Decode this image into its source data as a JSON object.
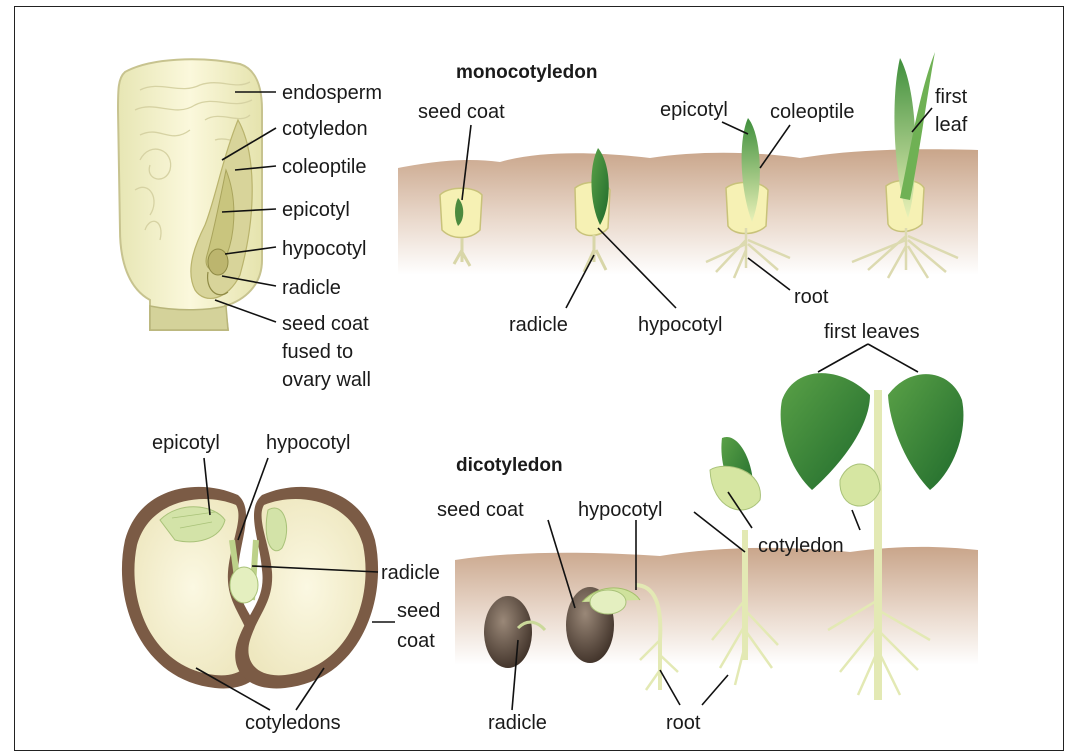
{
  "titles": {
    "monocot": "monocotyledon",
    "dicot": "dicotyledon"
  },
  "corn_kernel": {
    "endosperm": "endosperm",
    "cotyledon": "cotyledon",
    "coleoptile": "coleoptile",
    "epicotyl": "epicotyl",
    "hypocotyl": "hypocotyl",
    "radicle": "radicle",
    "seed_coat_1": "seed coat",
    "seed_coat_2": "fused to",
    "seed_coat_3": "ovary wall"
  },
  "monocot_growth": {
    "seed_coat": "seed coat",
    "epicotyl": "epicotyl",
    "coleoptile": "coleoptile",
    "first_leaf_1": "first",
    "first_leaf_2": "leaf",
    "radicle": "radicle",
    "hypocotyl": "hypocotyl",
    "root": "root"
  },
  "bean_seed": {
    "epicotyl": "epicotyl",
    "hypocotyl": "hypocotyl",
    "radicle": "radicle",
    "seed_coat_1": "seed",
    "seed_coat_2": "coat",
    "cotyledons": "cotyledons"
  },
  "dicot_growth": {
    "seed_coat": "seed coat",
    "hypocotyl": "hypocotyl",
    "cotyledon": "cotyledon",
    "first_leaves": "first leaves",
    "radicle": "radicle",
    "root": "root"
  },
  "colors": {
    "soil_top": "#c9a58a",
    "soil_bottom": "#ffffff",
    "seed_pale": "#f3eeb0",
    "leaf_dark": "#2f7a33",
    "leaf_light": "#8cc46a",
    "bean_brown": "#5c4a3c",
    "root": "#e8e6b8"
  }
}
